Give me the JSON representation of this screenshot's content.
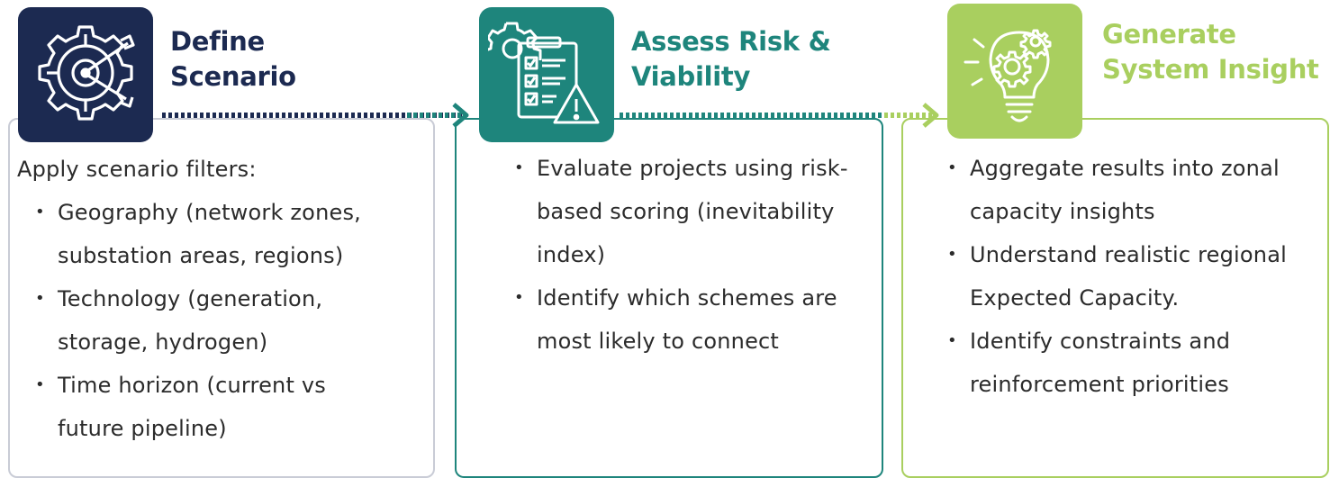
{
  "colors": {
    "navy": "#1c2a51",
    "teal": "#1e857c",
    "lime": "#a9cf5f",
    "grey_border": "#c9ccd6"
  },
  "steps": [
    {
      "icon": "target-gear-icon",
      "title_lines": [
        "Define",
        "Scenario"
      ],
      "intro": "Apply scenario filters:",
      "bullets": [
        [
          "Geography (network zones,",
          "substation areas, regions)"
        ],
        [
          "Technology (generation,",
          "storage, hydrogen)"
        ],
        [
          "Time horizon (current vs",
          "future pipeline)"
        ]
      ]
    },
    {
      "icon": "checklist-warning-icon",
      "title_lines": [
        "Assess Risk &",
        "Viability"
      ],
      "bullets": [
        [
          "Evaluate projects using risk-",
          "based scoring (inevitability",
          "index)"
        ],
        [
          "Identify which schemes are",
          "most likely to connect"
        ]
      ]
    },
    {
      "icon": "lightbulb-gears-icon",
      "title_lines": [
        "Generate",
        "System Insight"
      ],
      "bullets": [
        [
          "Aggregate results into zonal",
          "capacity insights"
        ],
        [
          "Understand realistic regional",
          "Expected Capacity."
        ],
        [
          "Identify constraints and",
          "reinforcement priorities"
        ]
      ]
    }
  ]
}
